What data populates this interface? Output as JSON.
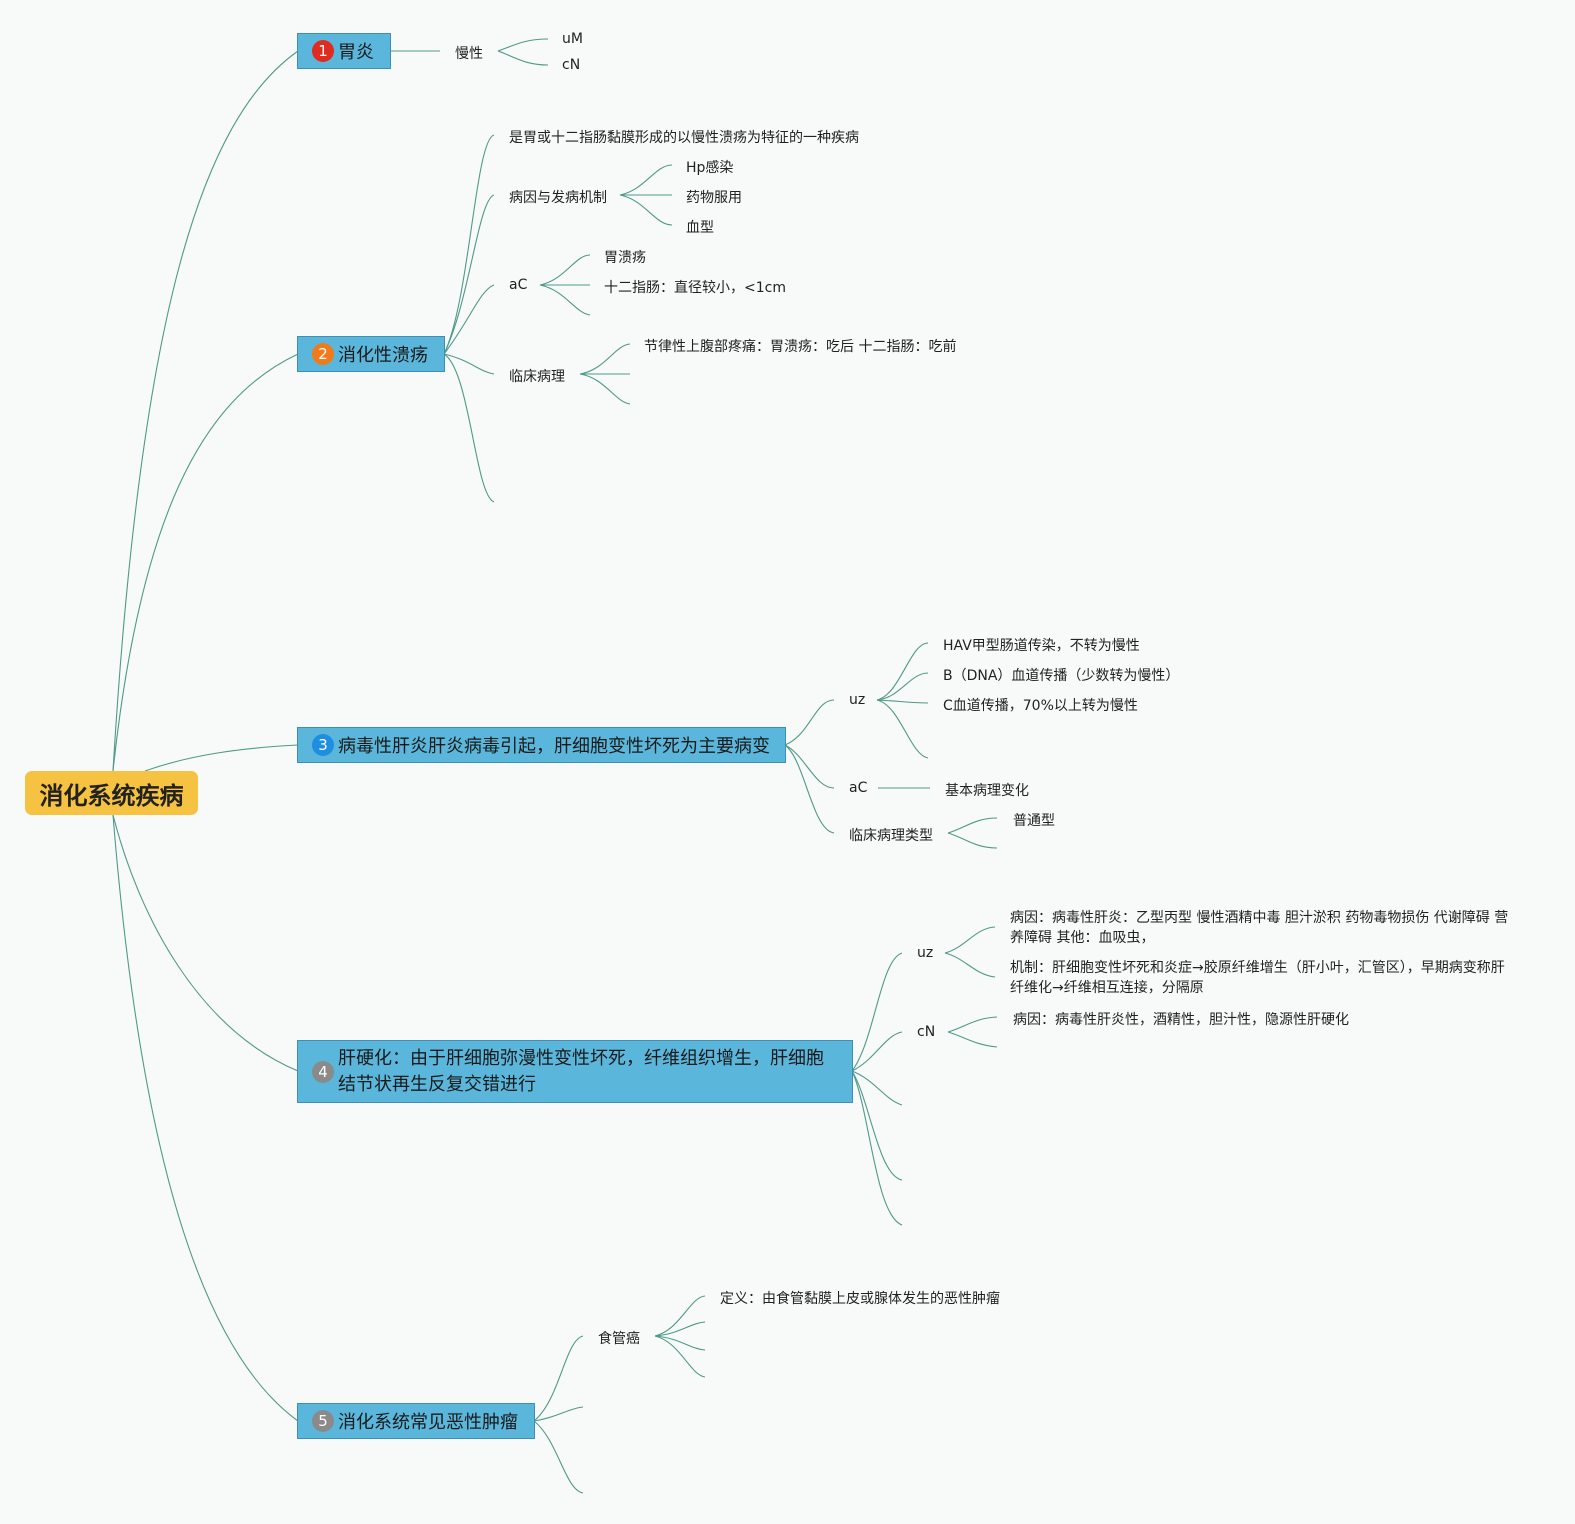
{
  "root": {
    "label": "消化系统疾病"
  },
  "branches": [
    {
      "num": "1",
      "label": "胃炎",
      "color": "#e02b20"
    },
    {
      "num": "2",
      "label": "消化性溃疡",
      "color": "#ef7b1d"
    },
    {
      "num": "3",
      "label": "病毒性肝炎肝炎病毒引起，肝细胞变性坏死为主要病变",
      "color": "#1e8fe0"
    },
    {
      "num": "4",
      "label": "肝硬化：由于肝细胞弥漫性变性坏死，纤维组织增生，肝细胞结节状再生反复交错进行",
      "color": "#8a8a8a"
    },
    {
      "num": "5",
      "label": "消化系统常见恶性肿瘤",
      "color": "#8a8a8a"
    }
  ],
  "gastritis": {
    "chronic": "慢性",
    "leaves": [
      "uM",
      "cN"
    ]
  },
  "ulcer": {
    "definition": "是胃或十二指肠黏膜形成的以慢性溃疡为特征的一种疾病",
    "etiology": {
      "label": "病因与发病机制",
      "items": [
        "Hp感染",
        "药物服用",
        "血型"
      ]
    },
    "ac": {
      "label": "aC",
      "items": [
        "胃溃疡",
        "十二指肠：直径较小，<1cm"
      ]
    },
    "clinical": {
      "label": "临床病理",
      "items": [
        "节律性上腹部疼痛：胃溃疡：吃后 十二指肠：吃前"
      ]
    }
  },
  "hepatitis": {
    "uz": {
      "label": "uz",
      "items": [
        "HAV甲型肠道传染，不转为慢性",
        "B（DNA）血道传播（少数转为慢性）",
        "C血道传播，70%以上转为慢性"
      ]
    },
    "ac": {
      "label": "aC",
      "item": "基本病理变化"
    },
    "types": {
      "label": "临床病理类型",
      "item": "普通型"
    }
  },
  "cirrhosis": {
    "uz": {
      "label": "uz",
      "items": [
        "病因：病毒性肝炎：乙型丙型 慢性酒精中毒 胆汁淤积 药物毒物损伤 代谢障碍 营养障碍 其他：血吸虫，",
        "机制：肝细胞变性坏死和炎症→胶原纤维增生（肝小叶，汇管区），早期病变称肝纤维化→纤维相互连接，分隔原"
      ]
    },
    "cn": {
      "label": "cN",
      "item": "病因：病毒性肝炎性，酒精性，胆汁性，隐源性肝硬化"
    }
  },
  "tumor": {
    "esophageal": {
      "label": "食管癌",
      "definition": "定义：由食管黏膜上皮或腺体发生的恶性肿瘤"
    }
  }
}
